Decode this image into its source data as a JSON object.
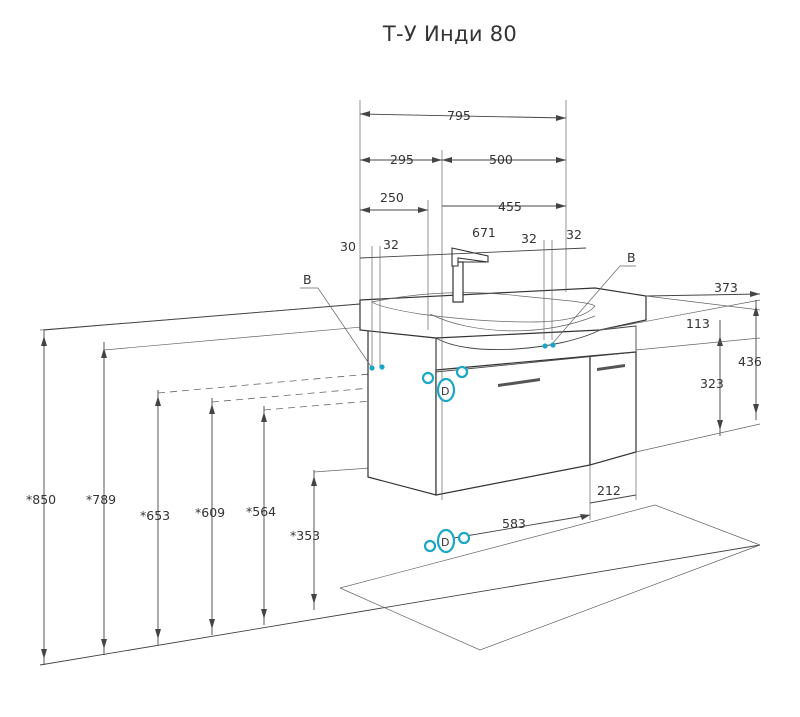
{
  "title": "Т-У Инди 80",
  "colors": {
    "connector": "#1aa7c7",
    "line": "#444444",
    "text": "#333333"
  },
  "top_dims": {
    "overall_width": "795",
    "left_part": "295",
    "right_part": "500",
    "offset_250": "250",
    "offset_455": "455",
    "bowl_671": "671",
    "edge_30": "30",
    "edge_32_left": "32",
    "edge_32_mid": "32",
    "edge_32_right": "32"
  },
  "labels": {
    "b_left": "B",
    "b_right": "B",
    "d_upper": "D",
    "d_lower": "D"
  },
  "right_dims": {
    "depth_373": "373",
    "h_113": "113",
    "h_323": "323",
    "h_436": "436"
  },
  "height_dims": {
    "h_850": "*850",
    "h_789": "*789",
    "h_653": "*653",
    "h_609": "*609",
    "h_564": "*564",
    "h_353": "*353"
  },
  "bottom_dims": {
    "w_583": "583",
    "w_212": "212"
  }
}
